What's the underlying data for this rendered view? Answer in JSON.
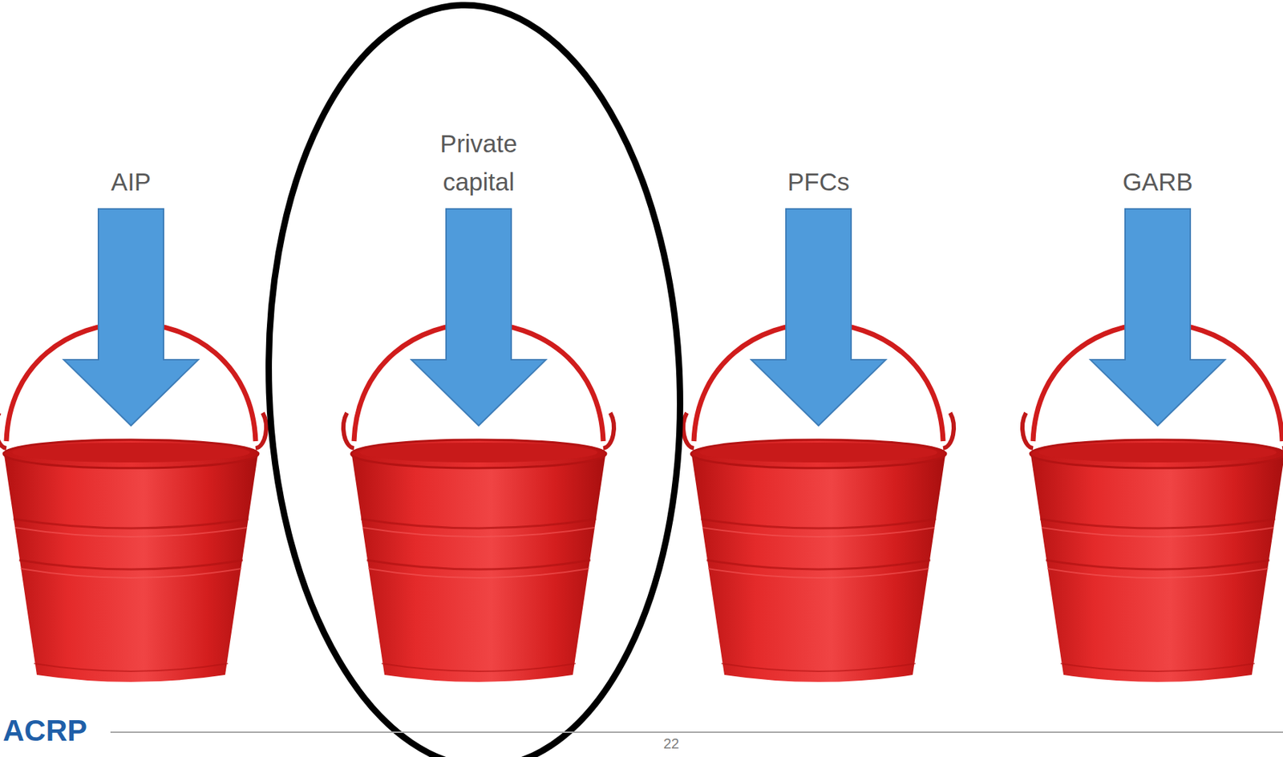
{
  "diagram": {
    "labels": [
      "AIP",
      "Private capital",
      "PFCs",
      "GARB",
      "ACRP",
      "22"
    ]
  }
}
